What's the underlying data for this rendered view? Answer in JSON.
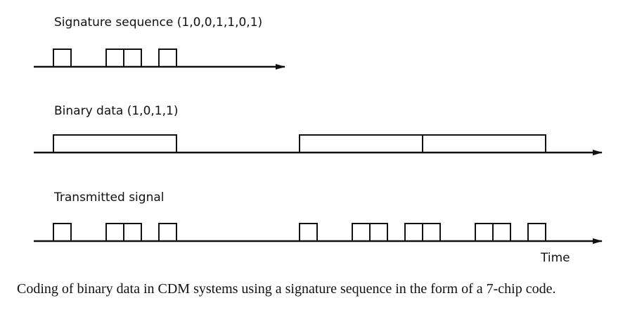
{
  "signature": {
    "label": "Signature sequence (1,0,0,1,1,0,1)",
    "chips": [
      1,
      0,
      0,
      1,
      1,
      0,
      1
    ]
  },
  "binary_data": {
    "label": "Binary data (1,0,1,1)",
    "bits": [
      1,
      0,
      1,
      1
    ]
  },
  "transmitted": {
    "label": "Transmitted signal"
  },
  "axis_label": "Time",
  "caption": "Coding of binary data in CDM systems using a signature sequence in the form of a 7-chip code."
}
